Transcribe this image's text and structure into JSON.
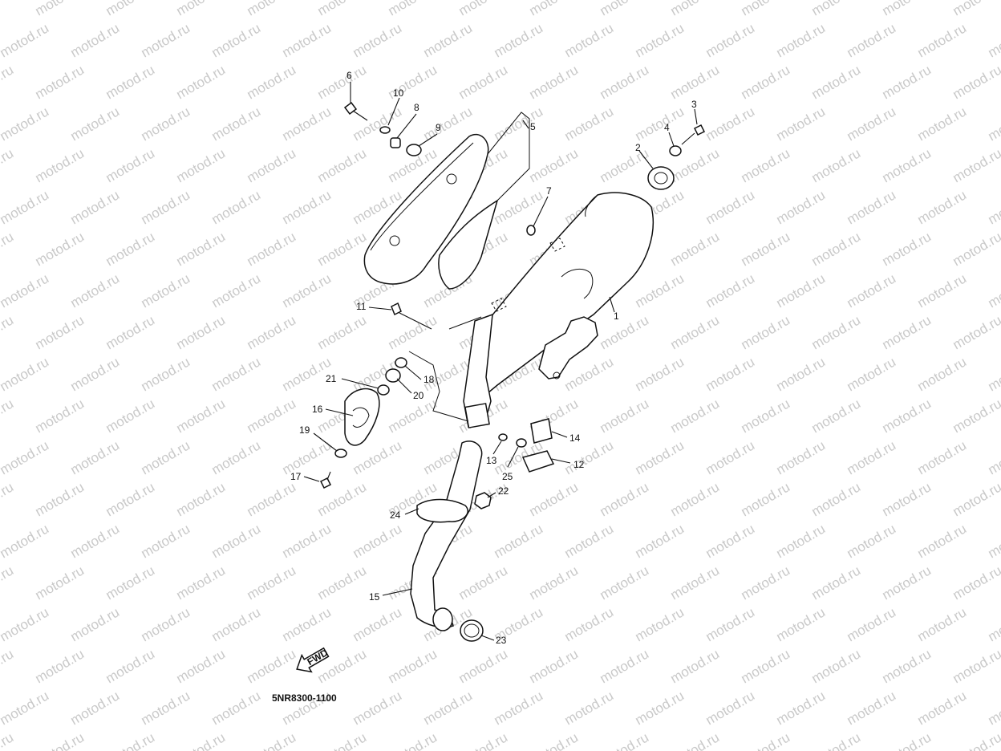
{
  "watermark": "motod.ru",
  "diagram_code": "5NR8300-1100",
  "fwd_label": "FWD",
  "callouts": [
    "1",
    "2",
    "3",
    "4",
    "5",
    "6",
    "7",
    "8",
    "9",
    "10",
    "11",
    "12",
    "13",
    "14",
    "15",
    "16",
    "17",
    "18",
    "19",
    "20",
    "21",
    "22",
    "23",
    "24",
    "25"
  ],
  "colors": {
    "ink": "#111111",
    "watermark": "#c9c9c9",
    "background": "#ffffff"
  }
}
